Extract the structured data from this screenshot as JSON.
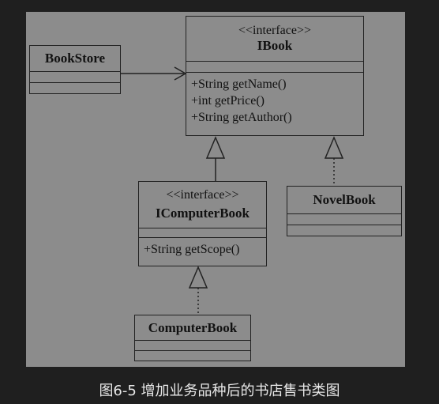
{
  "diagram": {
    "classes": {
      "bookstore": {
        "name": "BookStore"
      },
      "ibook": {
        "stereotype": "<<interface>>",
        "name": "IBook",
        "methods": [
          "+String getName()",
          "+int getPrice()",
          "+String getAuthor()"
        ]
      },
      "icomputerbook": {
        "stereotype": "<<interface>>",
        "name": "IComputerBook",
        "methods": [
          "+String getScope()"
        ]
      },
      "novelbook": {
        "name": "NovelBook"
      },
      "computerbook": {
        "name": "ComputerBook"
      }
    }
  },
  "caption": "图6-5 增加业务品种后的书店售书类图",
  "colors": {
    "background": "#1f1f1f",
    "canvas": "#8c8c8c",
    "line": "#222222"
  }
}
